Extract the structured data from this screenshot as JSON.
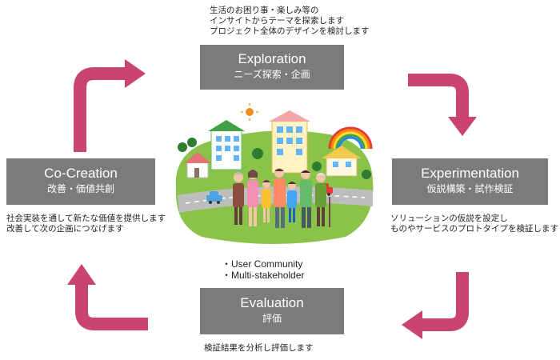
{
  "exploration": {
    "title_en": "Exploration",
    "title_jp": "ニーズ探索・企画",
    "desc": [
      "生活のお困り事・楽しみ等の",
      "インサイトからテーマを探索します",
      "プロジェクト全体のデザインを検討します"
    ]
  },
  "experimentation": {
    "title_en": "Experimentation",
    "title_jp": "仮説構築・試作検証",
    "desc": [
      "ソリューションの仮説を設定し",
      "ものやサービスのプロトタイプを検証します"
    ]
  },
  "evaluation": {
    "title_en": "Evaluation",
    "title_jp": "評価",
    "desc": [
      "検証結果を分析し評価します"
    ]
  },
  "cocreation": {
    "title_en": "Co-Creation",
    "title_jp": "改善・価値共創",
    "desc": [
      "社会実装を通して新たな価値を提供します",
      "改善して次の企画につなげます"
    ]
  },
  "community": [
    "・User Community",
    "・Multi-stakeholder"
  ],
  "colors": {
    "box": "#7b7b7b",
    "arrow": "#c9456f",
    "grass": "#8bc34a",
    "road": "#bdbdbd"
  }
}
